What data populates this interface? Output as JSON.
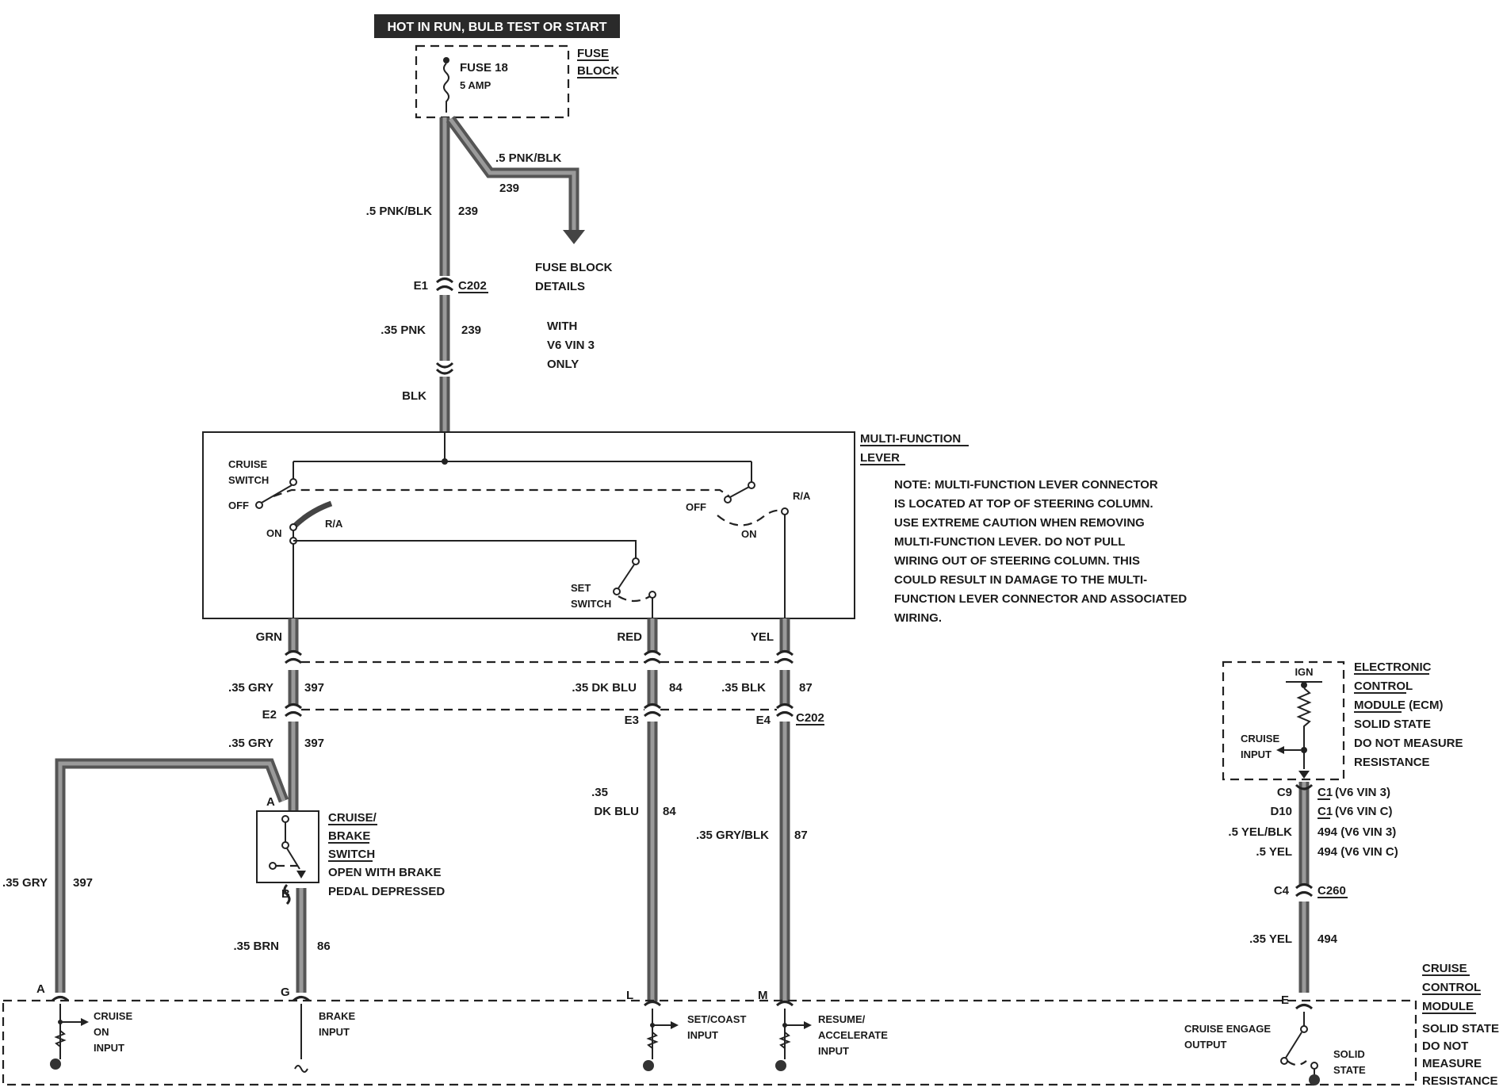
{
  "header": {
    "power_label": "HOT IN RUN, BULB TEST OR START"
  },
  "fuse_block": {
    "title_line1": "FUSE",
    "title_line2": "BLOCK",
    "fuse_name": "FUSE 18",
    "fuse_rating": "5 AMP",
    "details_line1": "FUSE BLOCK",
    "details_line2": "DETAILS"
  },
  "wires": {
    "main_size": ".5 PNK/BLK",
    "main_circuit": "239",
    "branch_size": ".5 PNK/BLK",
    "branch_circuit": "239",
    "pnk_size": ".35 PNK",
    "pnk_circuit": "239",
    "blk_label": "BLK",
    "grn_label": "GRN",
    "red_label": "RED",
    "yel_label": "YEL",
    "gry_upper_size": ".35 GRY",
    "gry_upper_circuit": "397",
    "dkblu_upper_size": ".35 DK BLU",
    "dkblu_upper_circuit": "84",
    "blk_upper_size": ".35 BLK",
    "blk_upper_circuit": "87",
    "gry_lower_size": ".35 GRY",
    "gry_lower_circuit": "397",
    "gry_left_size": ".35 GRY",
    "gry_left_circuit": "397",
    "dkblu_lower_size_1": ".35",
    "dkblu_lower_size_2": "DK BLU",
    "dkblu_lower_circuit": "84",
    "grybk_lower_size": ".35 GRY/BLK",
    "grybk_lower_circuit": "87",
    "brn_size": ".35 BRN",
    "brn_circuit": "86",
    "yelblk_size": ".5 YEL/BLK",
    "yelblk_circuit": "494 (V6 VIN 3)",
    "yel5_size": ".5 YEL",
    "yel5_circuit": "494 (V6 VIN C)",
    "yel35_size": ".35 YEL",
    "yel35_circuit": "494"
  },
  "connectors": {
    "e1": "E1",
    "c202_top": "C202",
    "e2": "E2",
    "e3": "E3",
    "e4": "E4",
    "c202_mid": "C202",
    "c9": "C9",
    "c1_a": "C1",
    "c1_a_note": "(V6 VIN 3)",
    "d10": "D10",
    "c1_b": "C1",
    "c1_b_note": "(V6 VIN C)",
    "c4": "C4",
    "c260": "C260",
    "pin_a_switch": "A",
    "pin_b_switch": "B",
    "pin_a": "A",
    "pin_g": "G",
    "pin_l": "L",
    "pin_m": "M",
    "pin_e": "E"
  },
  "with_note": {
    "line1": "WITH",
    "line2": "V6 VIN 3",
    "line3": "ONLY"
  },
  "multifunction": {
    "title_line1": "MULTI-FUNCTION",
    "title_line2": "LEVER",
    "cruise_switch_line1": "CRUISE",
    "cruise_switch_line2": "SWITCH",
    "off_left": "OFF",
    "on_left": "ON",
    "ra_left": "R/A",
    "off_right": "OFF",
    "on_right": "ON",
    "ra_right": "R/A",
    "set_switch_line1": "SET",
    "set_switch_line2": "SWITCH",
    "note_lines": [
      "NOTE: MULTI-FUNCTION LEVER CONNECTOR",
      "IS LOCATED AT TOP OF STEERING COLUMN.",
      "USE EXTREME CAUTION WHEN REMOVING",
      "MULTI-FUNCTION LEVER. DO NOT PULL",
      "WIRING OUT OF STEERING COLUMN. THIS",
      "COULD RESULT IN DAMAGE TO THE MULTI-",
      "FUNCTION LEVER CONNECTOR AND ASSOCIATED",
      "WIRING."
    ]
  },
  "brake_switch": {
    "title_line1": "CRUISE/",
    "title_line2": "BRAKE",
    "title_line3": "SWITCH",
    "desc_line1": "OPEN WITH BRAKE",
    "desc_line2": "PEDAL DEPRESSED"
  },
  "ecm": {
    "ign": "IGN",
    "cruise_input_1": "CRUISE",
    "cruise_input_2": "INPUT",
    "title_lines": [
      "ELECTRONIC",
      "CONTROL",
      "MODULE (ECM)"
    ],
    "desc_lines": [
      "SOLID STATE",
      "DO NOT MEASURE",
      "RESISTANCE"
    ]
  },
  "ccm": {
    "title_lines": [
      "CRUISE",
      "CONTROL",
      "MODULE"
    ],
    "desc_lines": [
      "SOLID STATE",
      "DO NOT",
      "MEASURE",
      "RESISTANCE"
    ],
    "cruise_on_1": "CRUISE",
    "cruise_on_2": "ON",
    "cruise_on_3": "INPUT",
    "brake_input_1": "BRAKE",
    "brake_input_2": "INPUT",
    "setcoast_1": "SET/COAST",
    "setcoast_2": "INPUT",
    "resume_1": "RESUME/",
    "resume_2": "ACCELERATE",
    "resume_3": "INPUT",
    "engage_1": "CRUISE ENGAGE",
    "engage_2": "OUTPUT",
    "solid_1": "SOLID",
    "solid_2": "STATE"
  }
}
